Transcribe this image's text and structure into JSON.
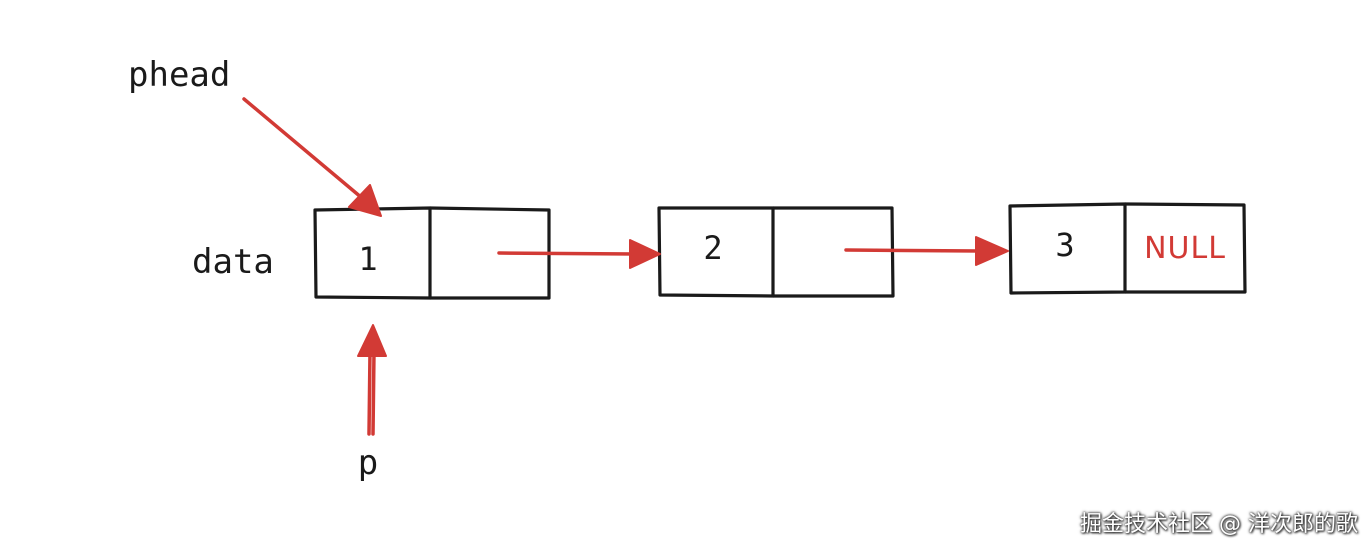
{
  "labels": {
    "head_pointer": "phead",
    "field_label": "data",
    "cursor_pointer": "p"
  },
  "nodes": [
    {
      "value": "1",
      "next": ""
    },
    {
      "value": "2",
      "next": ""
    },
    {
      "value": "3",
      "next": "NULL"
    }
  ],
  "colors": {
    "arrow": "#d23a35",
    "outline": "#1a1a1a",
    "null_text": "#d23a35"
  },
  "watermark": "掘金技术社区 @ 洋次郎的歌"
}
